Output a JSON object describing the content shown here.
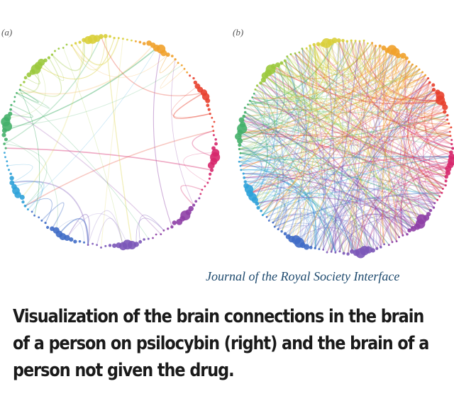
{
  "figure": {
    "panel_a_label": "(a)",
    "panel_b_label": "(b)",
    "journal_credit": "Journal of the Royal Society Interface",
    "panels": [
      {
        "id": "a",
        "node_count": 150,
        "edge_count": 55,
        "edge_opacity": 0.35
      },
      {
        "id": "b",
        "node_count": 160,
        "edge_count": 420,
        "edge_opacity": 0.32
      }
    ],
    "module_colors": [
      "#d9cf3a",
      "#f1a12a",
      "#e8402e",
      "#d6276b",
      "#8e3fa6",
      "#7b57b8",
      "#3f6cc6",
      "#2fa2d9",
      "#45b06a",
      "#9bc93d"
    ]
  },
  "caption": {
    "line1": "Visualization of the brain connections in the brain",
    "line2": "of a person on psilocybin (right) and the brain of a",
    "line3": "person not given the drug."
  }
}
